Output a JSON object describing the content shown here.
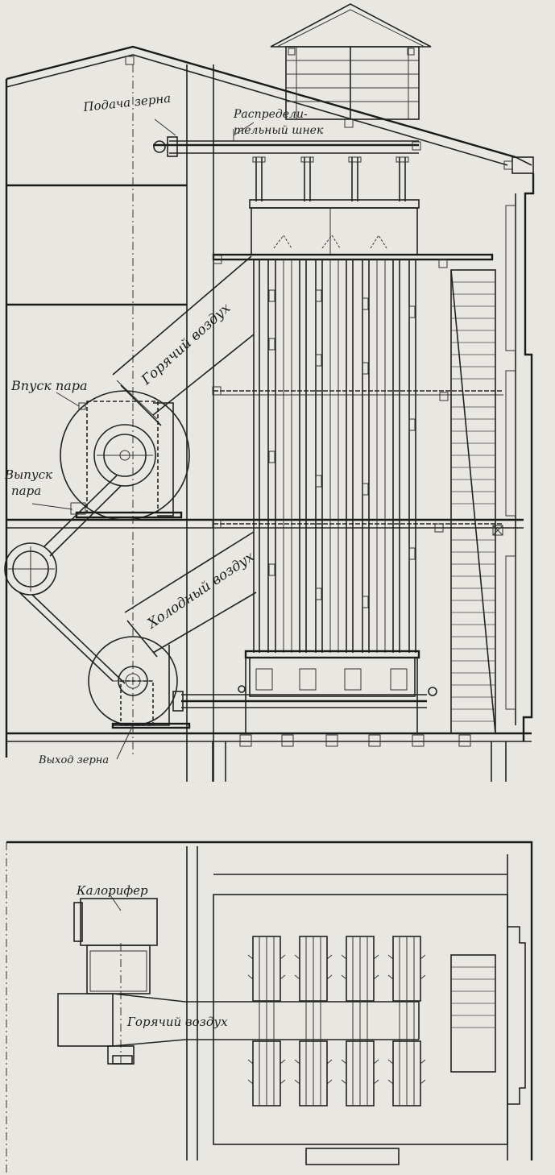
{
  "labels": {
    "grain_feed": "Подача зерна",
    "distributing_screw_line1": "Распредели-",
    "distributing_screw_line2": "тельный шнек",
    "hot_air_upper": "Горячий воздух",
    "steam_inlet": "Впуск пара",
    "steam_outlet_line1": "Выпуск",
    "steam_outlet_line2": "пара",
    "cold_air": "Холодный воздух",
    "grain_outlet": "Выход зерна",
    "heater": "Калорифер",
    "hot_air_lower": "Горячий воздух"
  },
  "colors": {
    "paper": "#e9e7e1",
    "ink": "#1c1c1c"
  }
}
